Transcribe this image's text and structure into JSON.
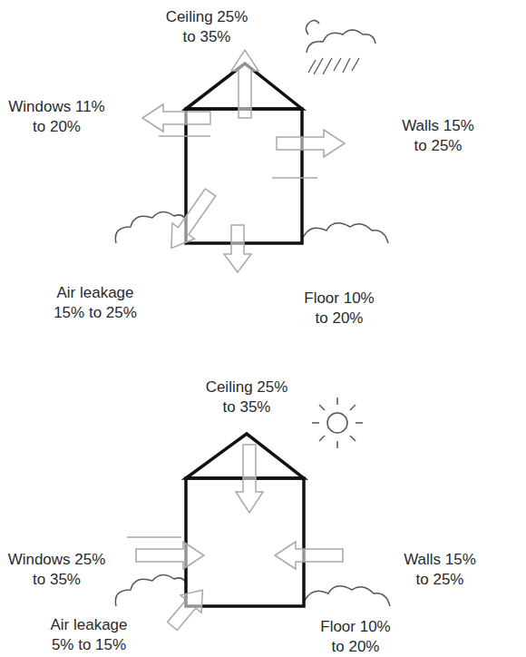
{
  "diagram": {
    "labels": [
      "Ceiling 25% to 35%",
      "Windows 11% to 20%",
      "Walls 15% to 25%",
      "Air leakage 15% to 25%",
      "Floor 10% to 20%",
      "Ceiling 25% to 35%",
      "Windows 25% to 35%",
      "Walls 15% to 25%",
      "Air leakage 5% to 15%",
      "Floor 10% to 20%"
    ]
  }
}
